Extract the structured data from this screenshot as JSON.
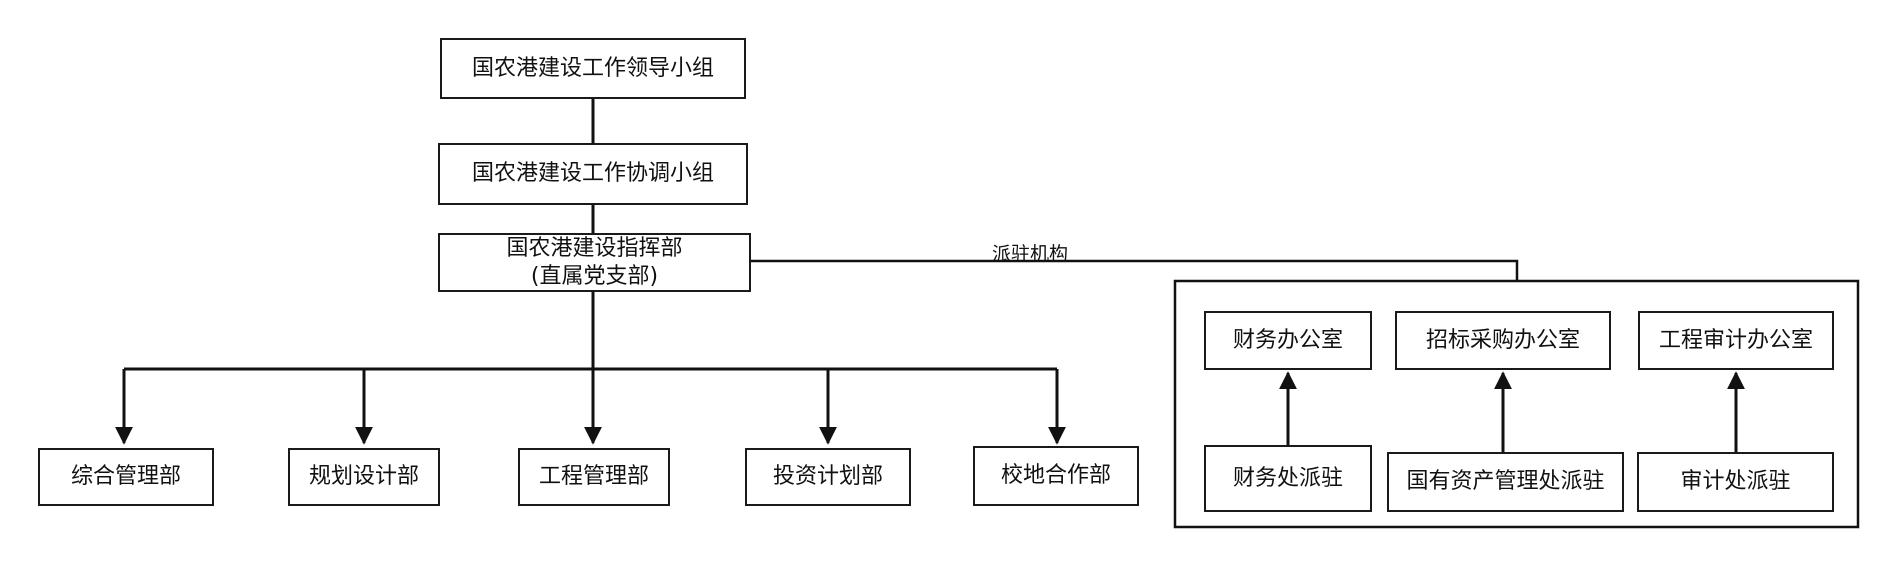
{
  "leadership": "国农港建设工作领导小组",
  "coordination": "国农港建设工作协调小组",
  "hq": {
    "line1": "国农港建设指挥部",
    "line2": "(直属党支部)"
  },
  "departments": [
    "综合管理部",
    "规划设计部",
    "工程管理部",
    "投资计划部",
    "校地合作部"
  ],
  "dispatch_label": "派驻机构",
  "offices": [
    "财务办公室",
    "招标采购办公室",
    "工程审计办公室"
  ],
  "stations": [
    "财务处派驻",
    "国有资产管理处派驻",
    "审计处派驻"
  ]
}
